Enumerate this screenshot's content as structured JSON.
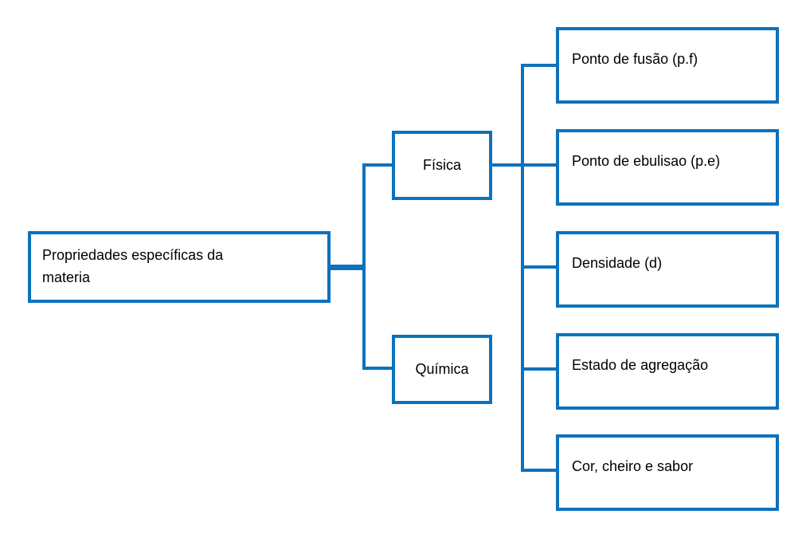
{
  "diagram": {
    "type": "tree-diagram",
    "title": "Propriedades específicas da materia",
    "orientation": "left-to-right",
    "colors": {
      "border": "#0d72be",
      "connector": "#0d72be",
      "text": "#000000",
      "background": "#ffffff"
    },
    "root": {
      "label": "Propriedades específicas da\nmateria"
    },
    "branches": [
      {
        "label": "Física"
      },
      {
        "label": "Química"
      }
    ],
    "leaves": [
      {
        "label": "Ponto de fusão (p.f)"
      },
      {
        "label": "Ponto de ebulisao (p.e)"
      },
      {
        "label": "Densidade (d)"
      },
      {
        "label": "Estado de agregação"
      },
      {
        "label": "Cor, cheiro e sabor"
      }
    ]
  }
}
